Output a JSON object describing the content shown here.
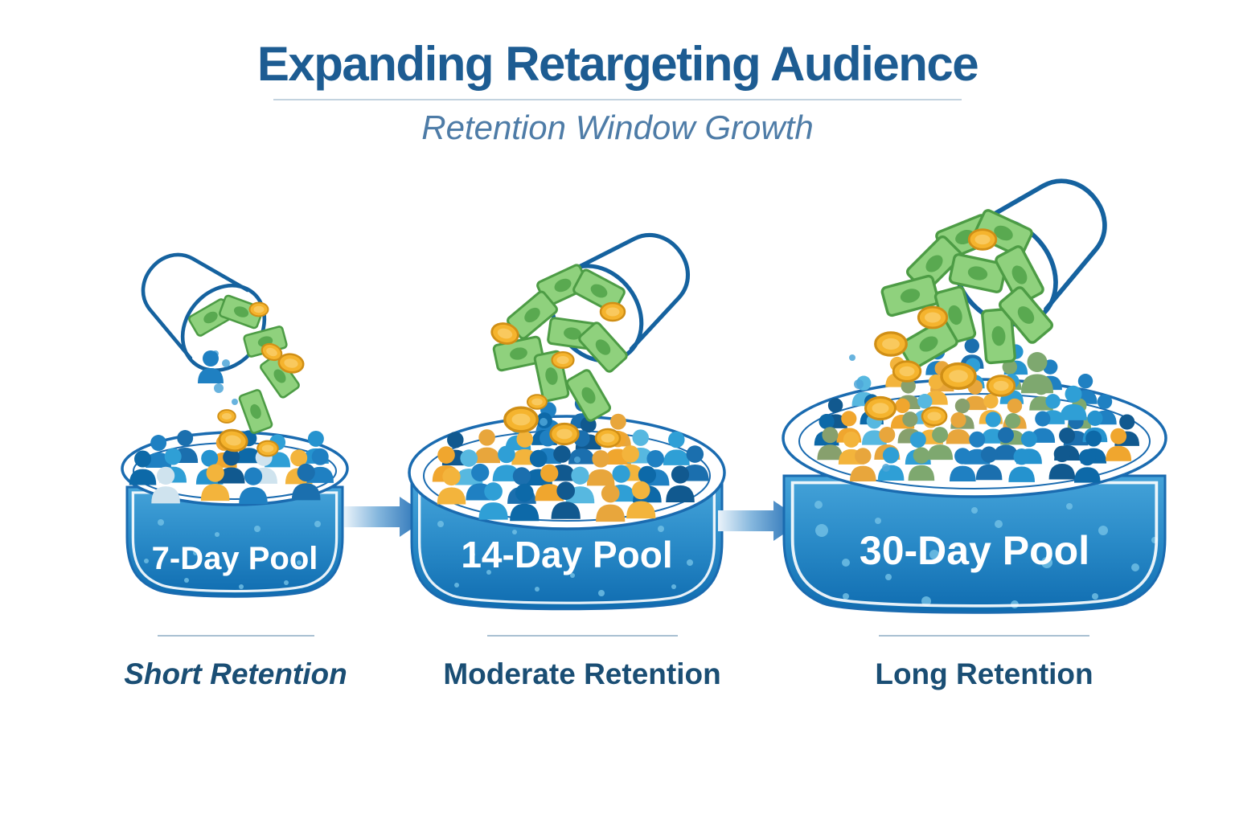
{
  "header": {
    "title": "Expanding Retargeting Audience",
    "subtitle": "Retention Window Growth"
  },
  "pools": [
    {
      "label": "7-Day Pool",
      "caption": "Short Retention"
    },
    {
      "label": "14-Day Pool",
      "caption": "Moderate Retention"
    },
    {
      "label": "30-Day Pool",
      "caption": "Long Retention"
    }
  ],
  "colors": {
    "title": "#1d5c92",
    "subtitle": "#4e7ca7",
    "caption": "#1a4e74",
    "bucket_outline": "#15629f",
    "rim_stroke": "#1a6bb0",
    "pool_fill_top": "#45a3d9",
    "pool_fill_bottom": "#0f6cb0",
    "arrow": "#1563ae",
    "bill_green": "#8fd17d",
    "bill_border": "#4d9c45",
    "coin_gold": "#f5b42e",
    "coin_edge": "#d08f16",
    "person_blue": "#1f80c2",
    "person_gold": "#f0a62e",
    "pool_dot": "#74c2e6"
  }
}
